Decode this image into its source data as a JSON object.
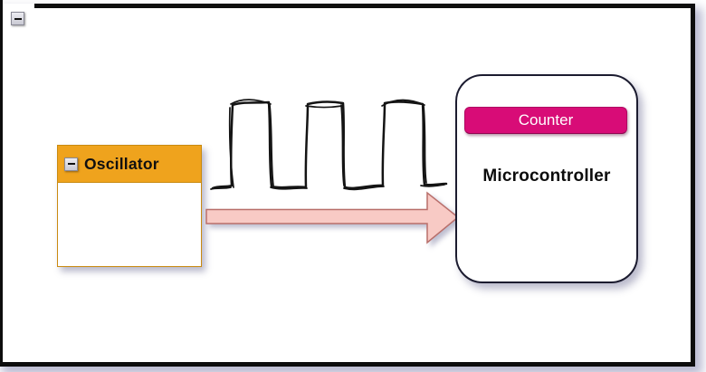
{
  "frame": {
    "collapse_icon": "minus-icon"
  },
  "oscillator": {
    "title": "Oscillator",
    "collapse_icon": "minus-icon",
    "colors": {
      "header": "#EFA31D",
      "border": "#C98A10"
    }
  },
  "signal": {
    "wave_type": "square-wave",
    "wave_color": "#141414",
    "arrow_fill": "#F8CAC5",
    "arrow_stroke": "#B96F6B"
  },
  "microcontroller": {
    "title": "Microcontroller",
    "badge": {
      "label": "Counter",
      "fill": "#D80C77",
      "text_color": "#FFFFFF"
    }
  }
}
